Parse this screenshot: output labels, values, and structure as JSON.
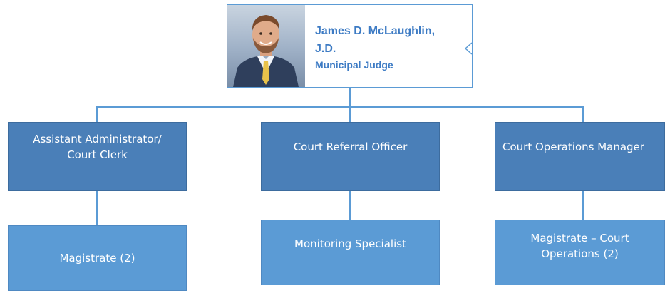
{
  "judge": {
    "name_line1": "James D. McLaughlin,",
    "name_line2": "J.D.",
    "title": "Municipal Judge"
  },
  "managers": [
    {
      "label": "Assistant Administrator/\nCourt Clerk"
    },
    {
      "label": "Court Referral Officer"
    },
    {
      "label": "Court Operations Manager"
    }
  ],
  "staff": [
    {
      "label": "Magistrate (2)"
    },
    {
      "label": "Monitoring Specialist"
    },
    {
      "label": "Magistrate – Court\nOperations (2)"
    }
  ],
  "colors": {
    "manager_fill": "#4a7fb8",
    "staff_fill": "#5b9bd5",
    "connector": "#5b9bd5",
    "judge_text": "#3d7bc4"
  }
}
